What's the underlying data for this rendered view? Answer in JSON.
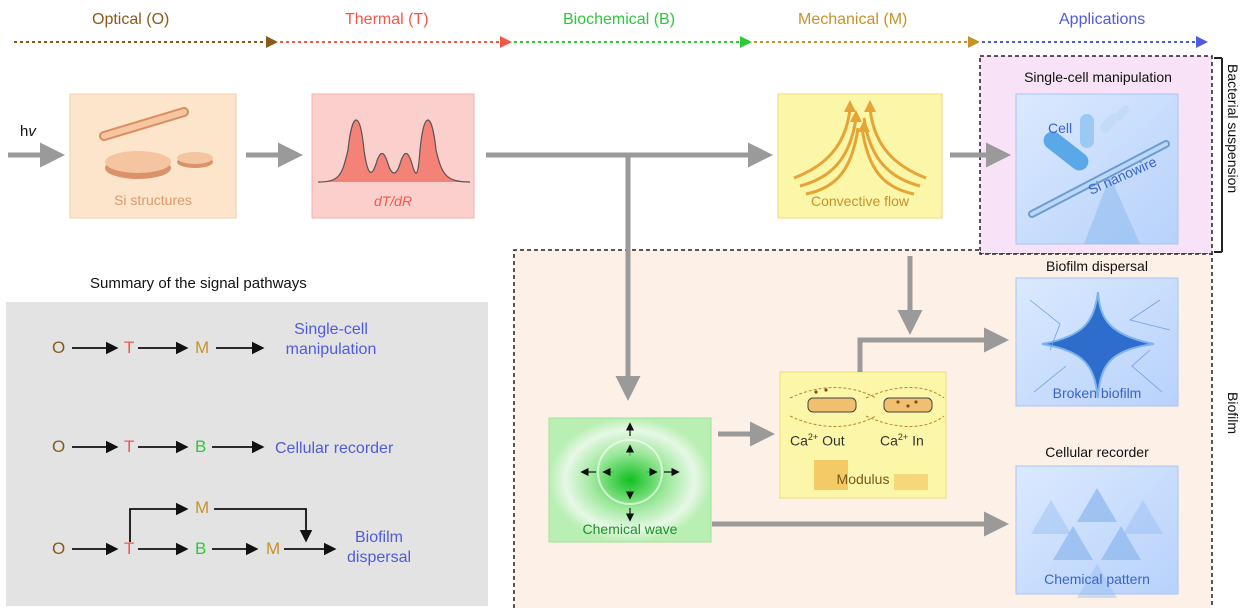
{
  "colors": {
    "optical": "#8a5a1a",
    "thermal": "#f0584a",
    "biochemical": "#2ec83a",
    "mechanical": "#c8922a",
    "applications": "#4e5cdc",
    "arrow_gray": "#9a9a9a",
    "summary_bg": "#e3e3e3"
  },
  "header": {
    "stages": [
      "Optical (O)",
      "Thermal (T)",
      "Biochemical (B)",
      "Mechanical (M)",
      "Applications"
    ]
  },
  "input_label_h": "h",
  "input_label_v": "v",
  "boxes": {
    "si_structures": "Si structures",
    "dtdr": "dT/dR",
    "convective_flow": "Convective flow",
    "chemical_wave": "Chemical wave",
    "modulus": "Modulus",
    "ion_out": "Ca",
    "ion_out_sup": "2+",
    "ion_out_word": "Out",
    "ion_in": "Ca",
    "ion_in_sup": "2+",
    "ion_in_word": "In"
  },
  "applications": {
    "single_cell_title": "Single-cell manipulation",
    "cell_label": "Cell",
    "nanowire_label": "Si nanowire",
    "biofilm_dispersal_title": "Biofilm dispersal",
    "broken_biofilm_label": "Broken biofilm",
    "cellular_recorder_title": "Cellular recorder",
    "chemical_pattern_label": "Chemical pattern"
  },
  "side_labels": {
    "bacterial": "Bacterial suspension",
    "biofilm": "Biofilm"
  },
  "summary": {
    "title": "Summary of the signal pathways",
    "O": "O",
    "T": "T",
    "B": "B",
    "M": "M",
    "row1_text_line1": "Single-cell",
    "row1_text_line2": "manipulation",
    "row2_text": "Cellular recorder",
    "row3_text_line1": "Biofilm",
    "row3_text_line2": "dispersal"
  }
}
